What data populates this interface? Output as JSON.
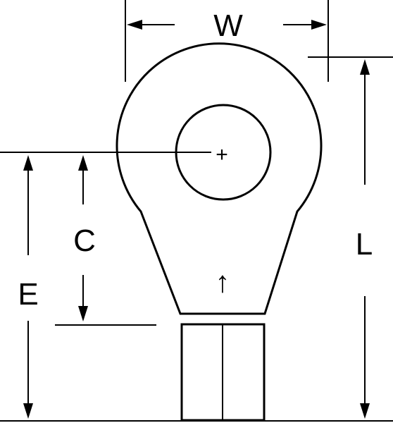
{
  "diagram": {
    "labels": {
      "w": "W",
      "l": "L",
      "c": "C",
      "e": "E"
    },
    "center_mark": "+",
    "direction_arrow": "↑"
  }
}
